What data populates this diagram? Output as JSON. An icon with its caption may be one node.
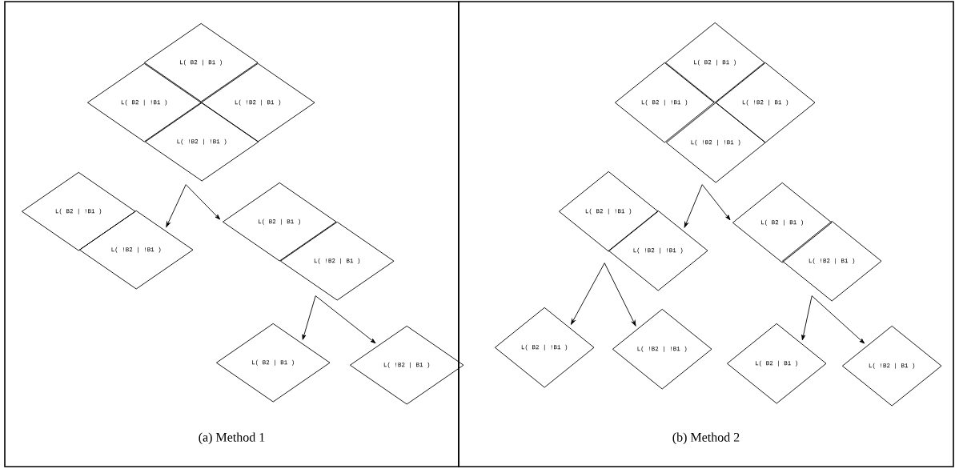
{
  "diagram": {
    "nodes": [
      {
        "text": [
          "(a) Method 1"
        ]
      },
      {
        "text": [
          "L( B2 | B1 )"
        ],
        "in": 0
      },
      {
        "text": [
          "L( B2 | !B1 )"
        ],
        "in": 0
      },
      {
        "text": [
          "L( !B2 | B1 )"
        ],
        "in": 0
      },
      {
        "text": [
          "L( !B2 | !B1 )"
        ],
        "in": 0
      },
      {
        "text": [
          "L( B2 | !B1 )"
        ],
        "in": 0
      },
      {
        "text": [
          "L( !B2 | !B1 )"
        ],
        "in": 0
      },
      {
        "text": [
          "L( B2 | B1 )"
        ],
        "in": 0
      },
      {
        "text": [
          "L( !B2 | B1 )"
        ],
        "in": 0
      },
      {
        "text": [
          "L( B2 | B1 )"
        ],
        "in": 0
      },
      {
        "text": [
          "L( !B2 | B1 )"
        ],
        "in": 0
      },
      {
        "text": [
          "(b) Method 2"
        ]
      },
      {
        "text": [
          "L( B2 | B1 )"
        ],
        "in": 11
      },
      {
        "text": [
          "L( B2 | !B1 )"
        ],
        "in": 11
      },
      {
        "text": [
          "L( !B2 | B1 )"
        ],
        "in": 11
      },
      {
        "text": [
          "L( !B2 | !B1 )"
        ],
        "in": 11
      },
      {
        "text": [
          "L( B2 | !B1 )"
        ],
        "in": 11
      },
      {
        "text": [
          "L( !B2 | !B1 )"
        ],
        "in": 11
      },
      {
        "text": [
          "L( B2 | B1 )"
        ],
        "in": 11
      },
      {
        "text": [
          "L( !B2 | B1 )"
        ],
        "in": 11
      },
      {
        "text": [
          "L( B2 | !B1 )"
        ],
        "in": 11
      },
      {
        "text": [
          "L( !B2 | !B1 )"
        ],
        "in": 11
      },
      {
        "text": [
          "L( B2 | B1 )"
        ],
        "in": 11
      },
      {
        "text": [
          "L( !B2 | B1 )"
        ],
        "in": 11
      }
    ],
    "edges": [
      {
        "from": 4,
        "to": 6,
        "arrow": "to"
      },
      {
        "from": 4,
        "to": 7,
        "arrow": "to"
      },
      {
        "from": 8,
        "to": 9,
        "arrow": "to"
      },
      {
        "from": 8,
        "to": 10,
        "arrow": "to"
      },
      {
        "from": 15,
        "to": 17,
        "arrow": "to"
      },
      {
        "from": 15,
        "to": 18,
        "arrow": "to"
      },
      {
        "from": 17,
        "to": 20,
        "arrow": "to"
      },
      {
        "from": 17,
        "to": 21,
        "arrow": "to"
      },
      {
        "from": 19,
        "to": 22,
        "arrow": "to"
      },
      {
        "from": 19,
        "to": 23,
        "arrow": "to"
      }
    ]
  }
}
